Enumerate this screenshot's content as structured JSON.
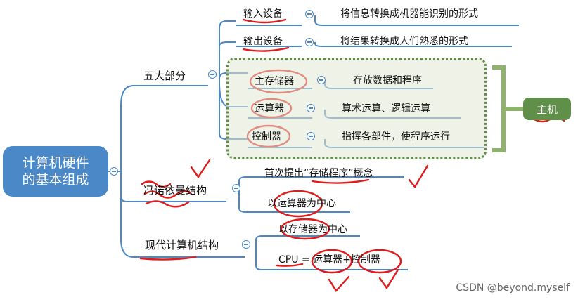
{
  "root": {
    "line1": "计算机硬件",
    "line2": "的基本组成"
  },
  "five_parts": {
    "label": "五大部分",
    "items": [
      {
        "name": "输入设备",
        "desc": "将信息转换成机器能识别的形式"
      },
      {
        "name": "输出设备",
        "desc": "将结果转换成人们熟悉的形式"
      },
      {
        "name": "主存储器",
        "desc": "存放数据和程序"
      },
      {
        "name": "运算器",
        "desc": "算术运算、逻辑运算"
      },
      {
        "name": "控制器",
        "desc": "指挥各部件，使程序运行"
      }
    ],
    "host_label": "主机"
  },
  "von_neumann": {
    "label": "冯诺依曼结构",
    "items": [
      "首次提出“存储程序”概念",
      "以运算器为中心"
    ]
  },
  "modern": {
    "label": "现代计算机结构",
    "items": [
      "以存储器为中心",
      "CPU = 运算器+控制器"
    ]
  },
  "watermark": "CSDN @beyond.myself",
  "colors": {
    "branch": "#4a88c7",
    "host": "#5f8f48",
    "annotation": "#e01b1b"
  }
}
